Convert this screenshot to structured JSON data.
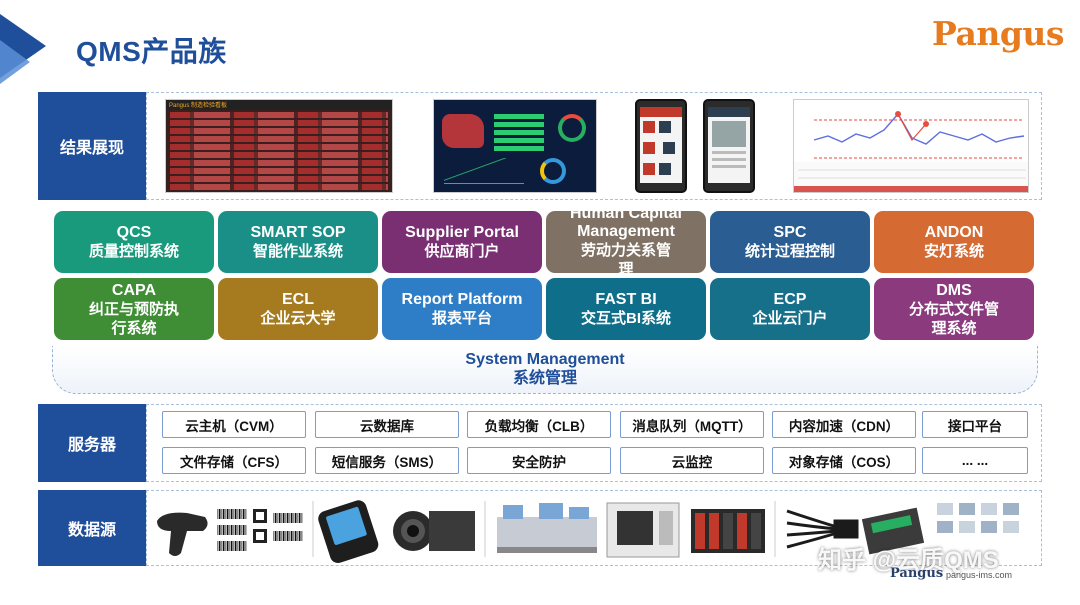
{
  "header": {
    "title": "QMS产品族",
    "logo": "Pangus"
  },
  "rows": {
    "results_label": "结果展现",
    "servers_label": "服务器",
    "datasource_label": "数据源"
  },
  "modules": [
    {
      "en": "QCS",
      "zh": "质量控制系统",
      "color": "#1a9a7c"
    },
    {
      "en": "SMART SOP",
      "zh": "智能作业系统",
      "color": "#1a8f87"
    },
    {
      "en": "Supplier Portal",
      "zh": "供应商门户",
      "color": "#7b2f73"
    },
    {
      "en": "Human Capital Management",
      "zh": "劳动力关系管理",
      "color": "#7f7264"
    },
    {
      "en": "SPC",
      "zh": "统计过程控制",
      "color": "#2a5d92"
    },
    {
      "en": "ANDON",
      "zh": "安灯系统",
      "color": "#d66a33"
    },
    {
      "en": "CAPA",
      "zh": "纠正与预防执行系统",
      "color": "#3f8d34"
    },
    {
      "en": "ECL",
      "zh": "企业云大学",
      "color": "#a67a1e"
    },
    {
      "en": "Report Platform",
      "zh": "报表平台",
      "color": "#2e7dc7"
    },
    {
      "en": "FAST BI",
      "zh": "交互式BI系统",
      "color": "#0f6f8a"
    },
    {
      "en": "ECP",
      "zh": "企业云门户",
      "color": "#17708a"
    },
    {
      "en": "DMS",
      "zh": "分布式文件管理系统",
      "color": "#8a3a7d"
    }
  ],
  "system_management": {
    "en": "System Management",
    "zh": "系统管理"
  },
  "services": [
    [
      "云主机（CVM）",
      "云数据库",
      "负载均衡（CLB）",
      "消息队列（MQTT）",
      "内容加速（CDN）",
      "接口平台"
    ],
    [
      "文件存储（CFS）",
      "短信服务（SMS）",
      "安全防护",
      "云监控",
      "对象存储（COS）",
      "... ..."
    ]
  ],
  "result_shots": {
    "table_header": "Pangus 制造检验看板"
  },
  "watermark": "知乎 @云质QMS",
  "footer": {
    "logo": "Pangus",
    "url": "pangus-ims.com"
  }
}
